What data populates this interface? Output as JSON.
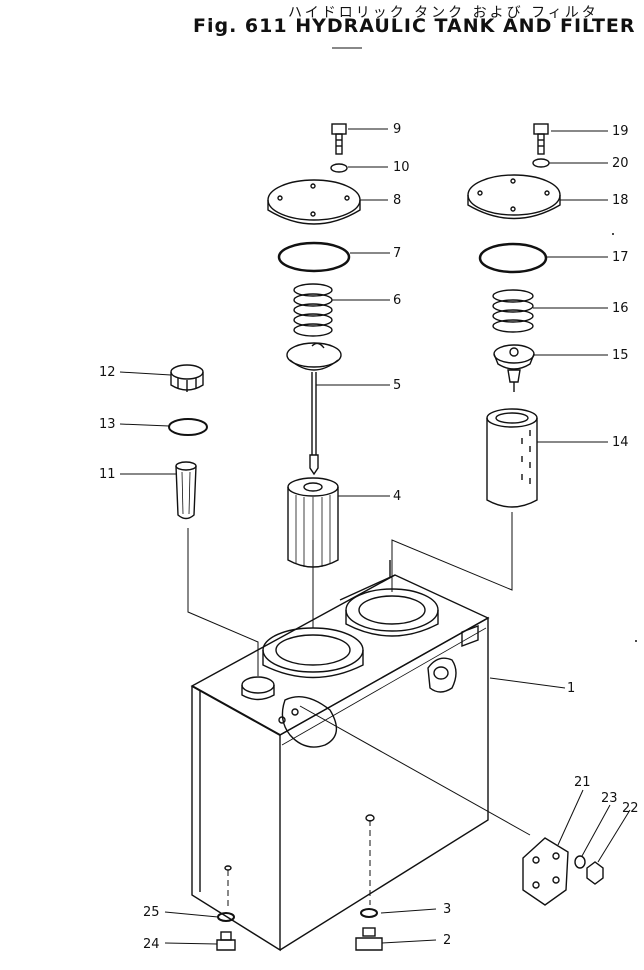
{
  "header": {
    "title_jp": "ハイドロリック タンク および フィルタ",
    "title_en": "Fig. 611 HYDRAULIC TANK AND FILTER"
  },
  "callouts": [
    "1",
    "2",
    "3",
    "4",
    "5",
    "6",
    "7",
    "8",
    "9",
    "10",
    "11",
    "12",
    "13",
    "14",
    "15",
    "16",
    "17",
    "18",
    "19",
    "20",
    "21",
    "22",
    "23",
    "24",
    "25"
  ]
}
